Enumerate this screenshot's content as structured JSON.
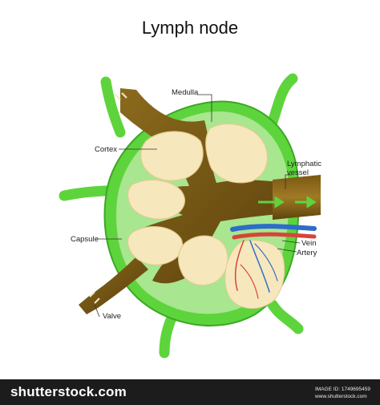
{
  "title": "Lymph node",
  "labels": {
    "medulla": "Medulla",
    "cortex": "Cortex",
    "lymphatic_vessel_line1": "Lymphatic",
    "lymphatic_vessel_line2": "vessel",
    "capsule": "Capsule",
    "vein": "Vein",
    "artery": "Artery",
    "valve": "Valve"
  },
  "footer": {
    "brand": "shutterstock.com",
    "image_id_label": "IMAGE ID: 1749695459",
    "site": "www.shutterstock.com"
  },
  "colors": {
    "capsule_green": "#5ed43c",
    "capsule_dark": "#3aa825",
    "inner_green": "#a8e68f",
    "follicle_cream": "#f7e7bd",
    "medulla_brown": "#6e4f10",
    "vein_blue": "#2f6cc8",
    "artery_red": "#d8433a",
    "footer_bg": "#1c1c1c"
  }
}
